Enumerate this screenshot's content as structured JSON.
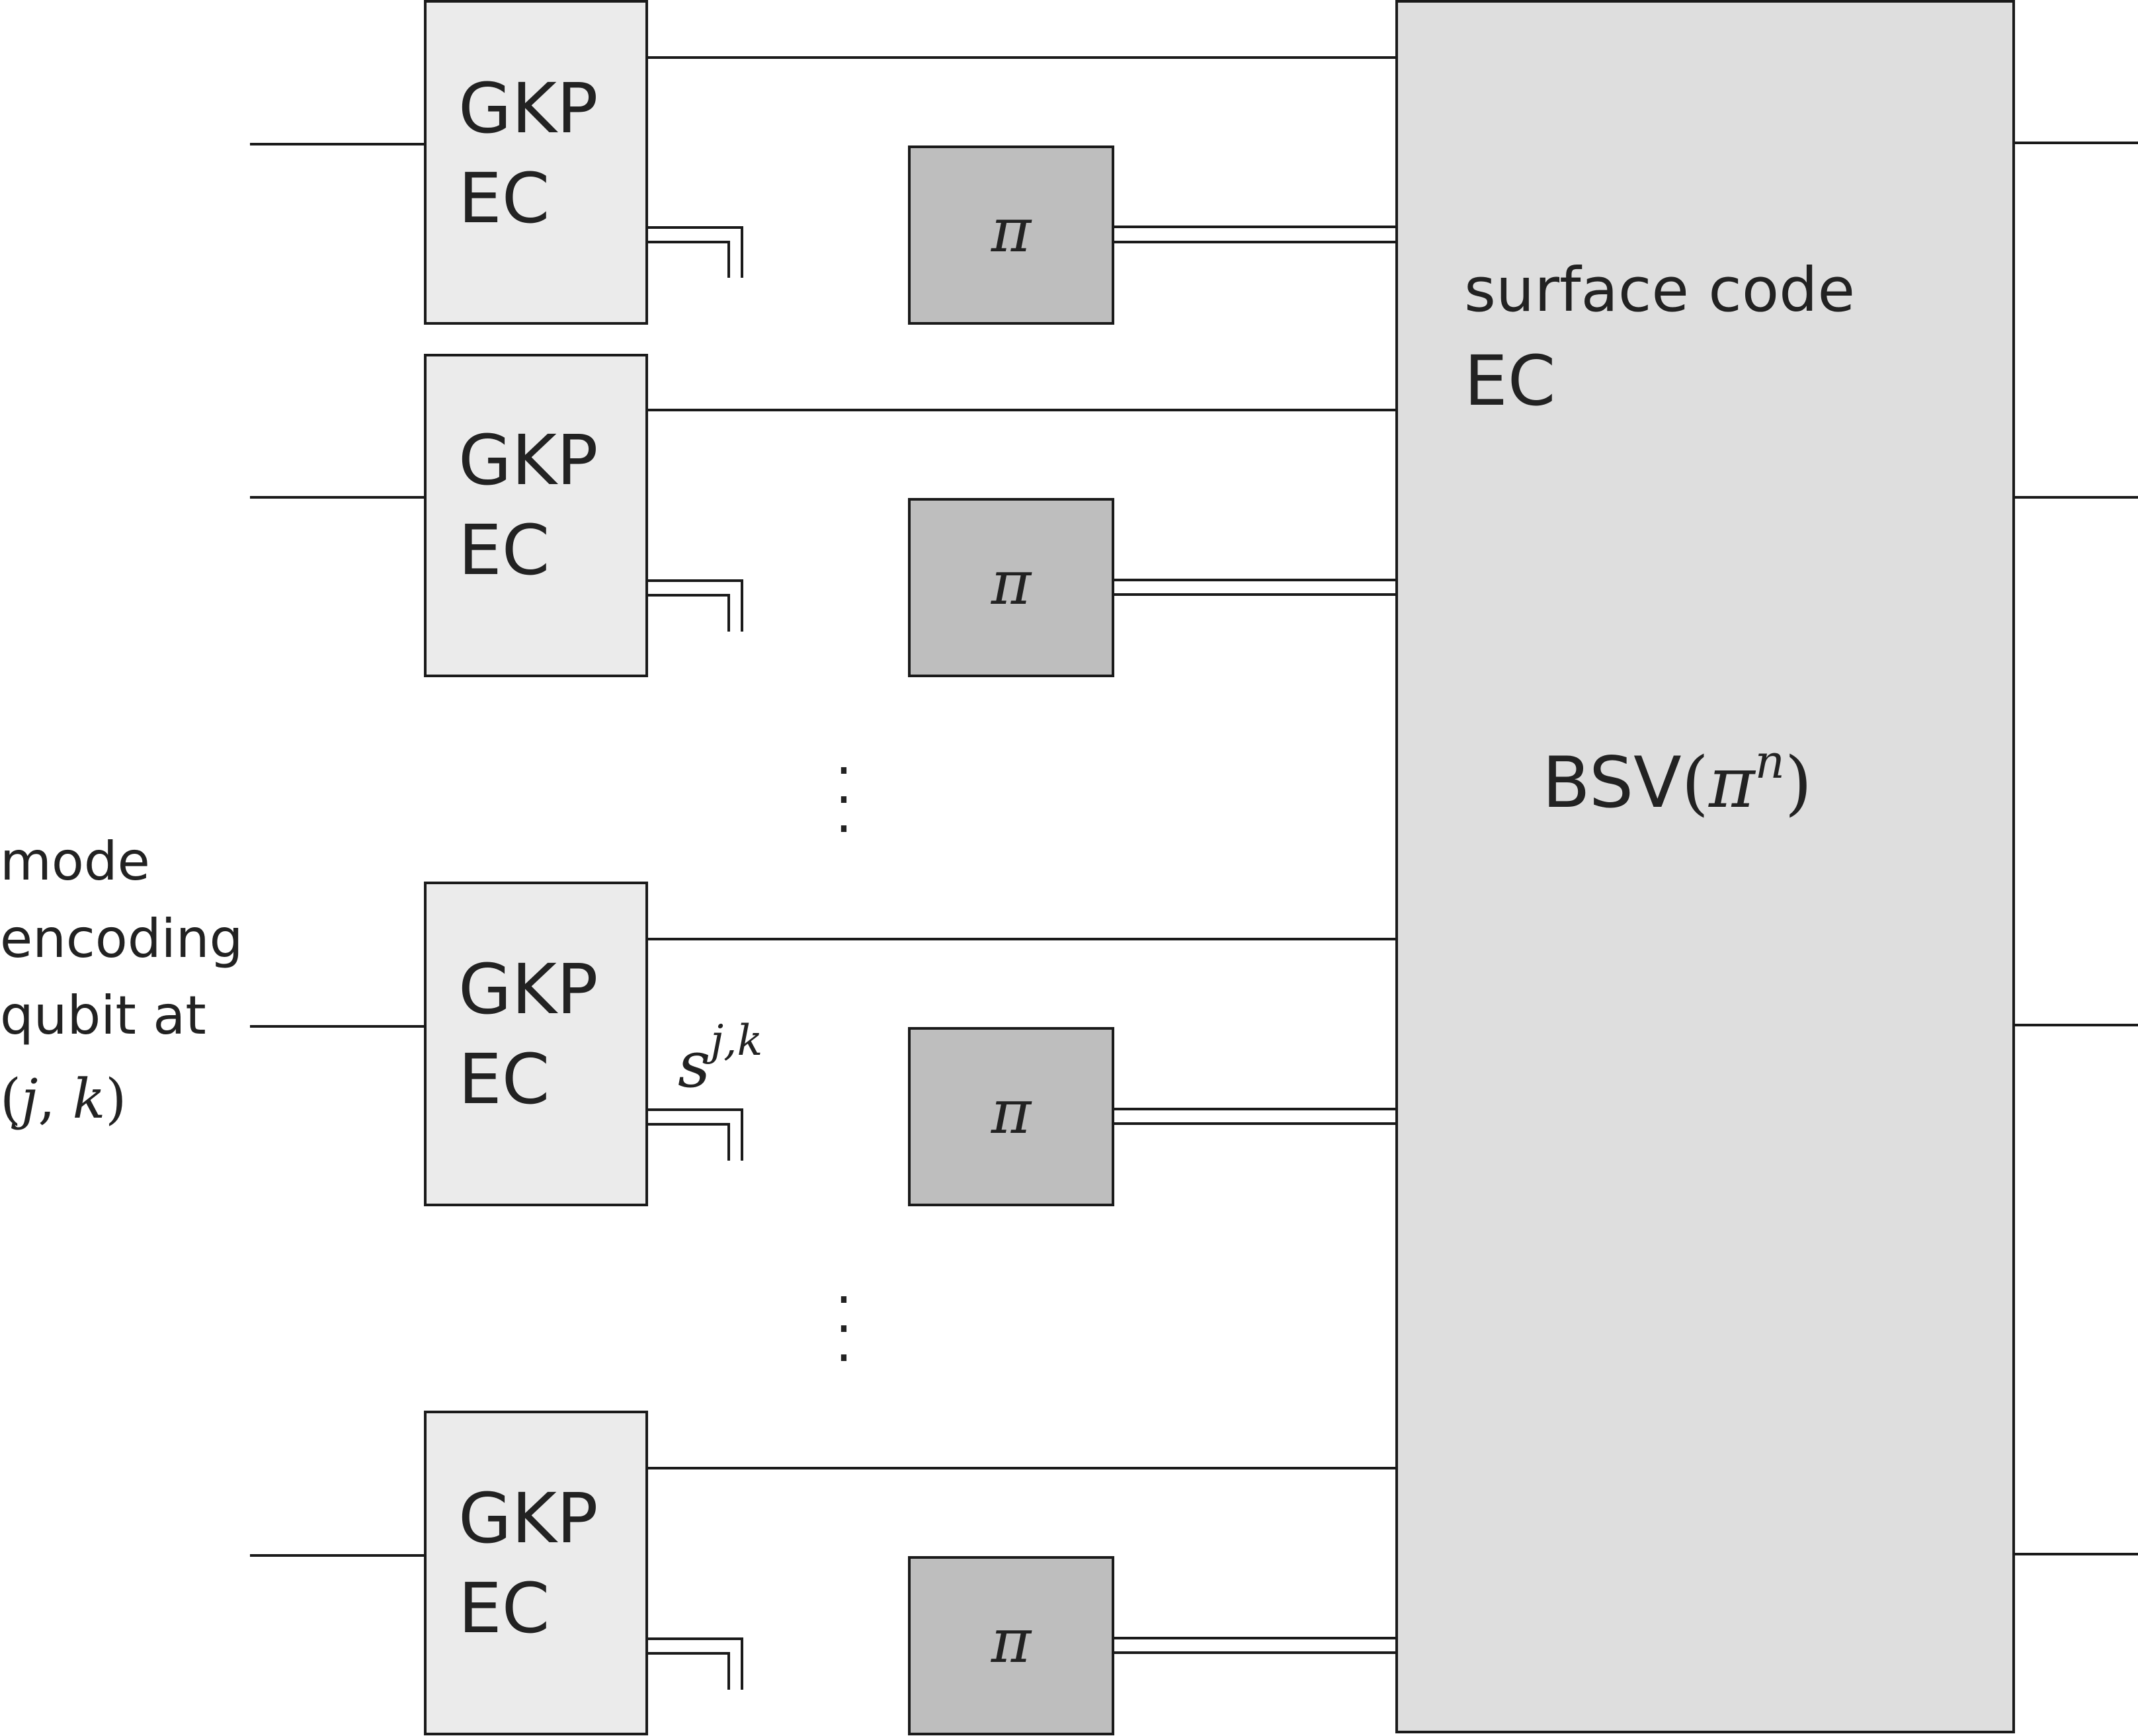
{
  "gkp_block": {
    "line1": "GKP",
    "line2": "EC"
  },
  "pi_block": {
    "label": "π"
  },
  "surface_block": {
    "line1": "surface code",
    "line2": "EC",
    "bsv_name": "BSV",
    "bsv_open": "(",
    "bsv_base": "π",
    "bsv_exp": "n",
    "bsv_close": ")"
  },
  "mode_label": {
    "line1": "mode",
    "line2": "encoding",
    "line3": "qubit at",
    "line4_open": "(",
    "line4_j": "j",
    "line4_comma": ", ",
    "line4_k": "k",
    "line4_close": ")"
  },
  "syndrome_label": {
    "base": "s",
    "sup": "j,k"
  },
  "ellipsis": {
    "dot": "·"
  },
  "colors": {
    "gkp_fill": "#ebebeb",
    "pi_fill": "#bebebe",
    "surface_fill": "#dedede",
    "stroke": "#1a1a1a",
    "text": "#222222"
  }
}
